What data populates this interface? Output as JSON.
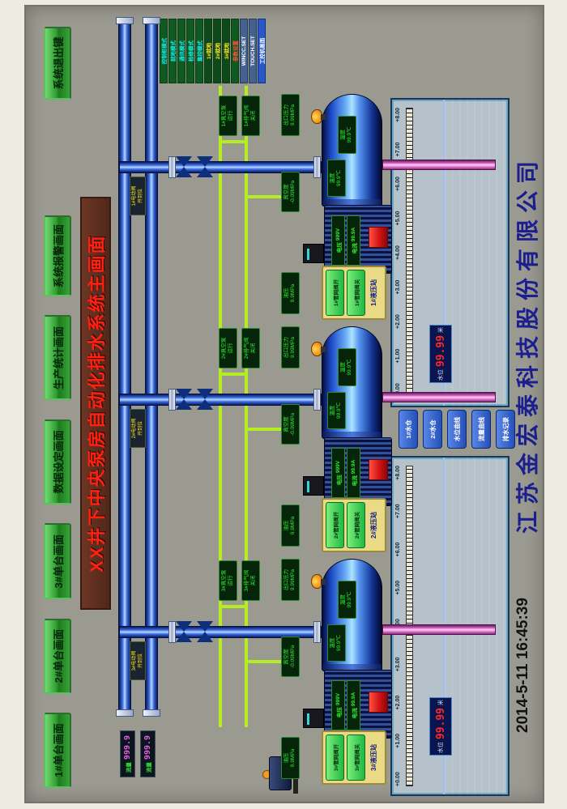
{
  "colors": {
    "background": "#9a9a91",
    "button_green": "#2f9e2f",
    "title_red": "#ff2010",
    "title_bg": "#5c2e1e",
    "company_blue": "#1a1e8e",
    "pipe_blue": "#3a6ae0",
    "suction_pink": "#e878d8",
    "lime_line": "#b4ee22",
    "water_blue": "#2a55c8",
    "led_red": "#ff2828",
    "display_green": "#30ee30"
  },
  "menu": {
    "buttons": [
      "1#单台画面",
      "2#单台画面",
      "3#单台画面",
      "数据设定画面",
      "生产统计画面",
      "系统报警画面"
    ],
    "exit": "系统退出键"
  },
  "title": "XX井下中央泵房自动化排水系统主画面",
  "mode_panel": [
    "控制柜模式",
    "就地模式",
    "通讯模式",
    "检修模式",
    "集控模式",
    "1#就地",
    "2#就地",
    "3#就地",
    "参数设置",
    "WINCC.SET",
    "TOUCH.SET",
    "工控机画面"
  ],
  "flow_meters": [
    {
      "label": "流量",
      "value": "999.9"
    },
    {
      "label": "流量",
      "value": "999.9"
    }
  ],
  "pumps": [
    {
      "id": "1#",
      "main_valve": {
        "l1": "1#电动阀",
        "l2": "开到位"
      },
      "vac_a": {
        "l1": "1#真空泵",
        "l2": "运行"
      },
      "vac_b": {
        "l1": "1#排气阀",
        "l2": "关闭"
      },
      "vacuum": {
        "l1": "真空度",
        "l2": "-0.09MPa"
      },
      "pressure": {
        "l1": "出口压力",
        "l2": "9.99MPa"
      },
      "oil": {
        "l1": "油压",
        "l2": "9.9MPa"
      },
      "temp_a": {
        "l1": "温度",
        "l2": "99.9℃"
      },
      "temp_b": {
        "l1": "温度",
        "l2": "99.9℃"
      },
      "motor": {
        "volt_label": "电压",
        "volt": "999V",
        "curr_label": "电流",
        "curr": "99.9A"
      },
      "panel": {
        "open": "1#管网阀开",
        "close": "1#管网阀关",
        "station": "1#液压站"
      }
    },
    {
      "id": "2#",
      "main_valve": {
        "l1": "2#电动阀",
        "l2": "开到位"
      },
      "vac_a": {
        "l1": "2#真空泵",
        "l2": "运行"
      },
      "vac_b": {
        "l1": "2#排气阀",
        "l2": "关闭"
      },
      "vacuum": {
        "l1": "真空度",
        "l2": "-0.09MPa"
      },
      "pressure": {
        "l1": "出口压力",
        "l2": "9.99MPa"
      },
      "oil": {
        "l1": "油压",
        "l2": "9.9MPa"
      },
      "temp_a": {
        "l1": "温度",
        "l2": "99.9℃"
      },
      "temp_b": {
        "l1": "温度",
        "l2": "99.9℃"
      },
      "motor": {
        "volt_label": "电压",
        "volt": "999V",
        "curr_label": "电流",
        "curr": "99.9A"
      },
      "panel": {
        "open": "2#管网阀开",
        "close": "2#管网阀关",
        "station": "2#液压站"
      }
    },
    {
      "id": "3#",
      "main_valve": {
        "l1": "3#电动阀",
        "l2": "开到位"
      },
      "vac_a": {
        "l1": "3#真空泵",
        "l2": "运行"
      },
      "vac_b": {
        "l1": "3#排气阀",
        "l2": "关闭"
      },
      "vacuum": {
        "l1": "真空度",
        "l2": "-0.09MPa"
      },
      "pressure": {
        "l1": "出口压力",
        "l2": "9.99MPa"
      },
      "oil": {
        "l1": "油压",
        "l2": "9.9MPa"
      },
      "temp_a": {
        "l1": "温度",
        "l2": "99.9℃"
      },
      "temp_b": {
        "l1": "温度",
        "l2": "99.9℃"
      },
      "motor": {
        "volt_label": "电压",
        "volt": "999V",
        "curr_label": "电流",
        "curr": "99.9A"
      },
      "panel": {
        "open": "3#管网阀开",
        "close": "3#管网阀关",
        "station": "3#液压站"
      }
    }
  ],
  "sumps": [
    {
      "scale": [
        "+0.00",
        "+1.00",
        "+2.00",
        "+3.00",
        "+4.00",
        "+5.00",
        "+6.00",
        "+7.00",
        "+8.00"
      ],
      "level_label": "水位",
      "level_value": "99.99",
      "unit": "米"
    },
    {
      "scale": [
        "+0.00",
        "+1.00",
        "+2.00",
        "+3.00",
        "+4.00",
        "+5.00",
        "+6.00",
        "+7.00",
        "+8.00"
      ],
      "level_label": "水位",
      "level_value": "99.99",
      "unit": "米"
    }
  ],
  "sump_buttons": [
    "1#水仓",
    "2#水仓",
    "水位曲线",
    "流量曲线",
    "排水记录"
  ],
  "footer": {
    "company": "江苏金宏泰科技股份有限公司",
    "datetime": "2014-5-11 16:45:39"
  }
}
